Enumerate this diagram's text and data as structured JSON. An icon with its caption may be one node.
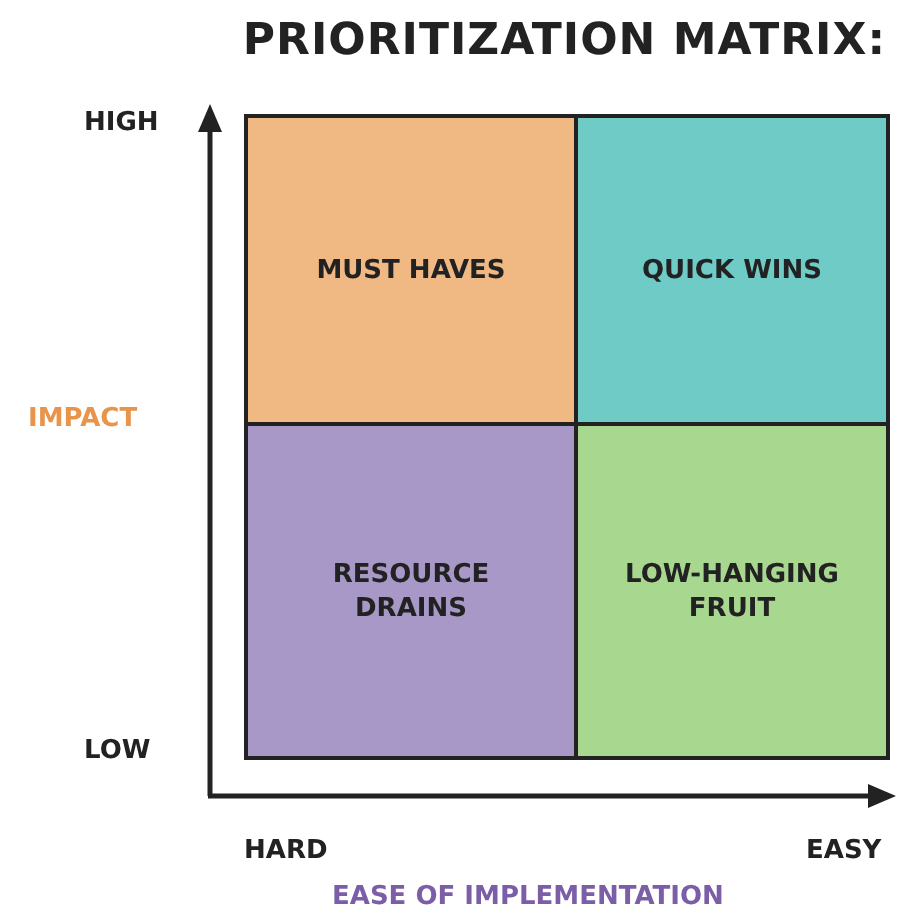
{
  "diagram": {
    "title": "PRIORITIZATION MATRIX:",
    "nodes": [
      {
        "text": [
          "MUST HAVES"
        ]
      },
      {
        "text": [
          "QUICK WINS"
        ]
      },
      {
        "text": [
          "RESOURCE DRAINS"
        ]
      },
      {
        "text": [
          "LOW-HANGING FRUIT"
        ]
      }
    ],
    "edges": [],
    "labels": [
      "HIGH",
      "IMPACT",
      "LOW",
      "HARD",
      "EASY",
      "EASE OF IMPLEMENTATION"
    ]
  }
}
